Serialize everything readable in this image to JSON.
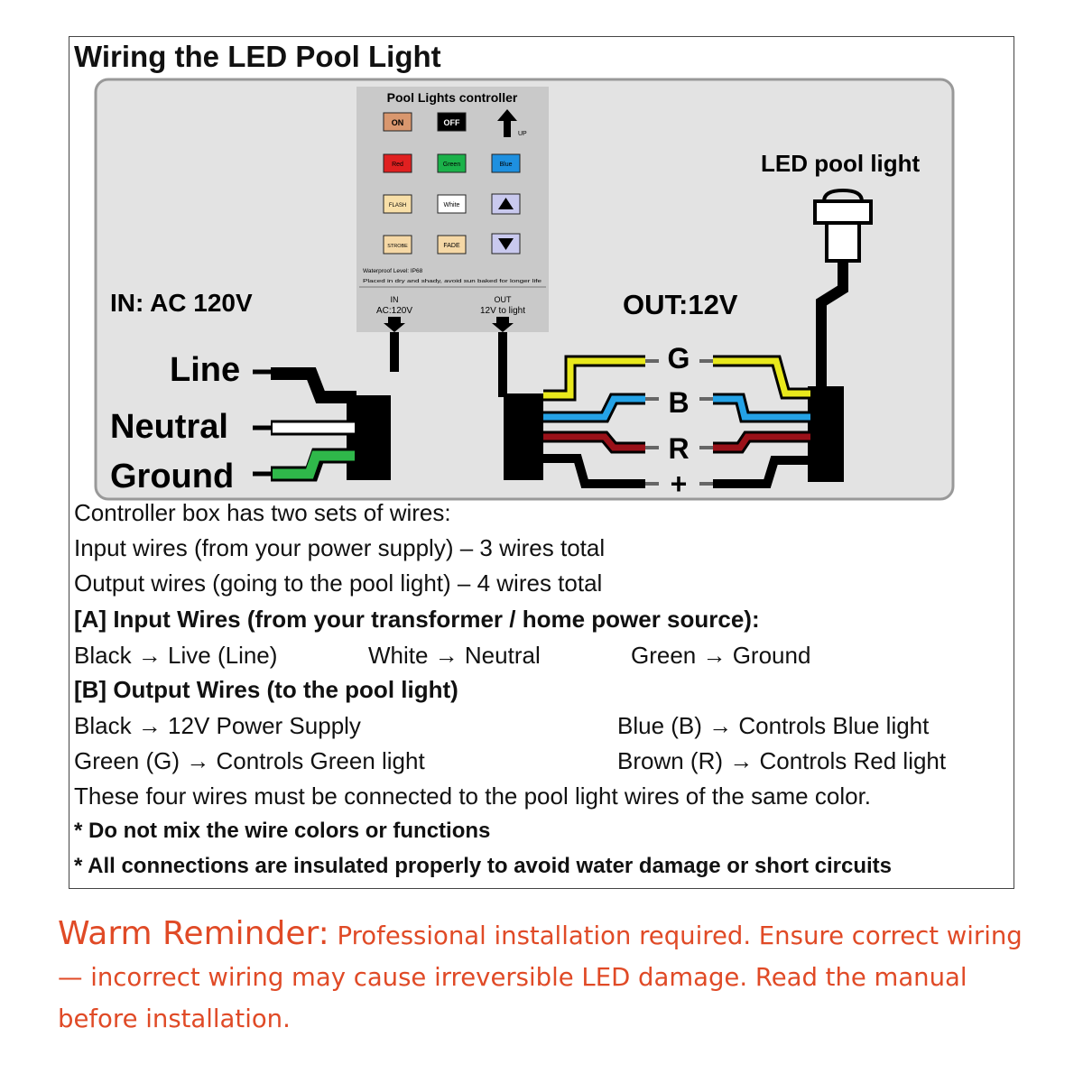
{
  "title": "Wiring the LED Pool Light",
  "controller": {
    "title": "Pool Lights controller",
    "buttons": {
      "on": "ON",
      "off": "OFF",
      "up": "UP",
      "red": "Red",
      "green": "Green",
      "blue": "Blue",
      "flash": "FLASH",
      "white": "White",
      "strobe": "STROBE",
      "fade": "FADE"
    },
    "note1": "Waterproof Level: IP68",
    "note2": "Placed in dry and shady, avoid sun baked for longer life",
    "in_label": "IN",
    "in_value": "AC:120V",
    "out_label": "OUT",
    "out_value": "12V to light"
  },
  "input_label": "IN:  AC 120V",
  "output_label": "OUT:12V",
  "led_label": "LED pool light",
  "input_wires": [
    "Line",
    "Neutral",
    "Ground"
  ],
  "output_wires": [
    "G",
    "B",
    "R",
    "+"
  ],
  "colors": {
    "button_on": "#d9976e",
    "button_off": "#000000",
    "button_red": "#e02020",
    "button_green": "#1bb24a",
    "button_blue": "#1e90e0",
    "button_flash": "#f8dfa8",
    "button_strobe": "#f5d8a6",
    "button_fade": "#f5d8a6",
    "button_arrow": "#c9c9ee",
    "wire_yellow": "#e8e81c",
    "wire_green": "#2fb84a",
    "wire_blue": "#24a2e6",
    "wire_red": "#9a1119",
    "wire_black": "#000000",
    "panel_gray": "#e3e3e3",
    "warm_orange": "#e04a26"
  },
  "text": {
    "intro": "Controller box has two sets of wires:",
    "input_total": "Input wires (from your power supply) – 3 wires total",
    "output_total": "Output wires (going to the pool light) – 4 wires total",
    "section_a": "[A] Input Wires (from your transformer / home power source):",
    "a_black": "Black → Live (Line)",
    "a_white": "White → Neutral",
    "a_green": "Green → Ground",
    "section_b": "[B] Output Wires (to the pool light)",
    "b_black": "Black → 12V Power Supply",
    "b_blue": "Blue (B) → Controls Blue light",
    "b_green": "Green (G) → Controls Green light",
    "b_brown": "Brown (R) → Controls Red light",
    "same_color": "These four wires must be connected to the pool light wires of the same color.",
    "note_mix": "* Do not mix the wire colors or functions",
    "note_insulate": "* All connections are insulated properly to avoid water damage or short circuits"
  },
  "warm": {
    "title": "Warm Reminder:",
    "body": " Professional installation required. Ensure correct wiring — incorrect wiring may cause irreversible LED damage. Read the manual before installation."
  }
}
